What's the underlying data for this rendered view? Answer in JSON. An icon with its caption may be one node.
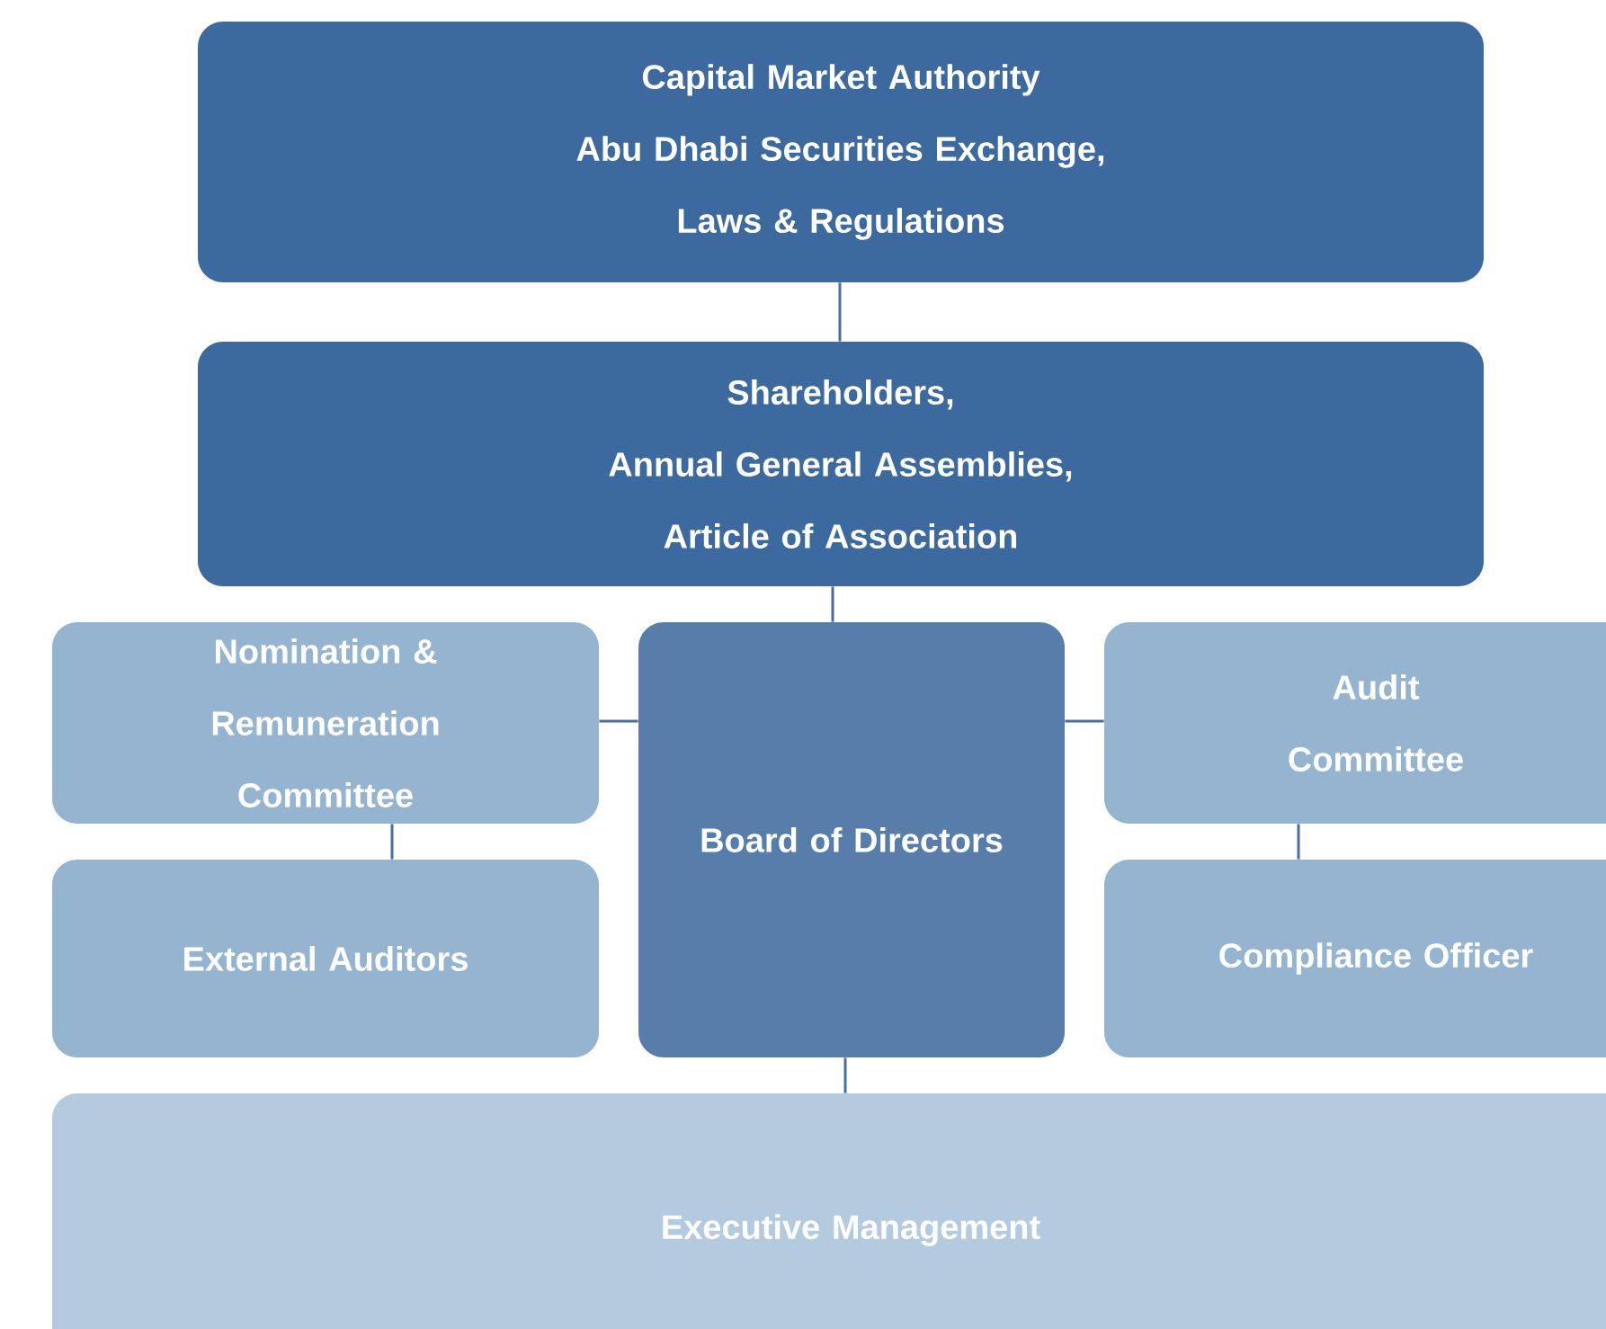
{
  "diagram": {
    "nodes": [
      {
        "text": [
          "Capital Market Authority",
          "Abu Dhabi Securities Exchange,",
          "Laws & Regulations"
        ]
      },
      {
        "text": [
          "Shareholders,",
          "Annual General Assemblies,",
          "Article of Association"
        ]
      },
      {
        "text": [
          "Nomination & Remuneration Committee"
        ]
      },
      {
        "text": [
          "Board of Directors"
        ]
      },
      {
        "text": [
          "Audit Committee"
        ]
      },
      {
        "text": [
          "External Auditors"
        ]
      },
      {
        "text": [
          "Compliance Officer"
        ]
      },
      {
        "text": [
          "Executive Management"
        ]
      }
    ],
    "edges": [
      {
        "from": 0,
        "to": 1,
        "arrow": "none"
      },
      {
        "from": 1,
        "to": 3,
        "arrow": "none"
      },
      {
        "from": 2,
        "to": 3,
        "arrow": "none"
      },
      {
        "from": 3,
        "to": 4,
        "arrow": "none"
      },
      {
        "from": 2,
        "to": 5,
        "arrow": "none"
      },
      {
        "from": 4,
        "to": 6,
        "arrow": "none"
      },
      {
        "from": 3,
        "to": 7,
        "arrow": "none"
      }
    ]
  }
}
